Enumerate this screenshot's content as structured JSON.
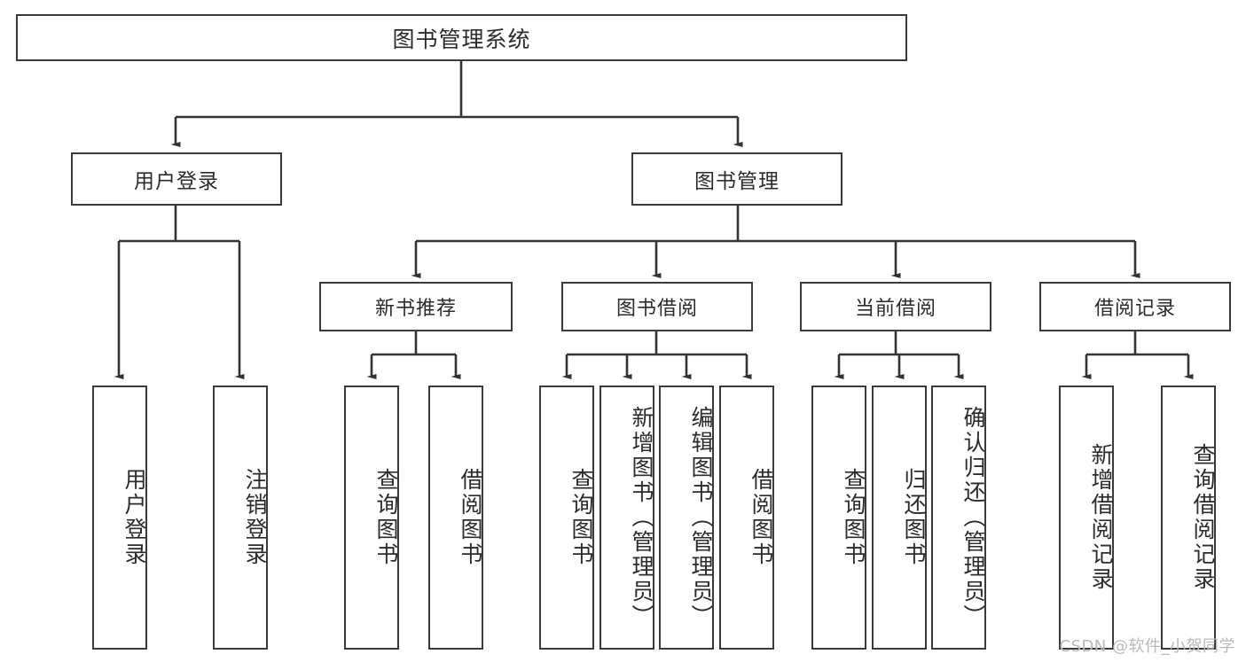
{
  "diagram": {
    "type": "tree",
    "title": "图书管理系统",
    "orientation": "top-down",
    "colors": {
      "box_border": "#3a3a3a",
      "box_fill": "#ffffff",
      "text": "#2b2b2b",
      "connector": "#333333",
      "watermark": "#b9b9b9",
      "background": "#ffffff"
    }
  },
  "root": {
    "label": "图书管理系统"
  },
  "level2": {
    "user_login": {
      "label": "用户登录"
    },
    "book_manage": {
      "label": "图书管理"
    }
  },
  "level3": {
    "new_book_rec": {
      "label": "新书推荐"
    },
    "book_borrow": {
      "label": "图书借阅"
    },
    "current_borrow": {
      "label": "当前借阅"
    },
    "borrow_record": {
      "label": "借阅记录"
    }
  },
  "leaves": {
    "user_login": [
      {
        "label": "用户登录"
      },
      {
        "label": "注销登录"
      }
    ],
    "new_book_rec": [
      {
        "label": "查询图书"
      },
      {
        "label": "借阅图书"
      }
    ],
    "book_borrow": [
      {
        "label": "查询图书"
      },
      {
        "label": "新增图书（管理员）"
      },
      {
        "label": "编辑图书（管理员）"
      },
      {
        "label": "借阅图书"
      }
    ],
    "current_borrow": [
      {
        "label": "查询图书"
      },
      {
        "label": "归还图书"
      },
      {
        "label": "确认归还（管理员）"
      }
    ],
    "borrow_record": [
      {
        "label": "新增借阅记录"
      },
      {
        "label": "查询借阅记录"
      }
    ]
  },
  "watermark": {
    "text": "CSDN @软件_小贺同学"
  }
}
